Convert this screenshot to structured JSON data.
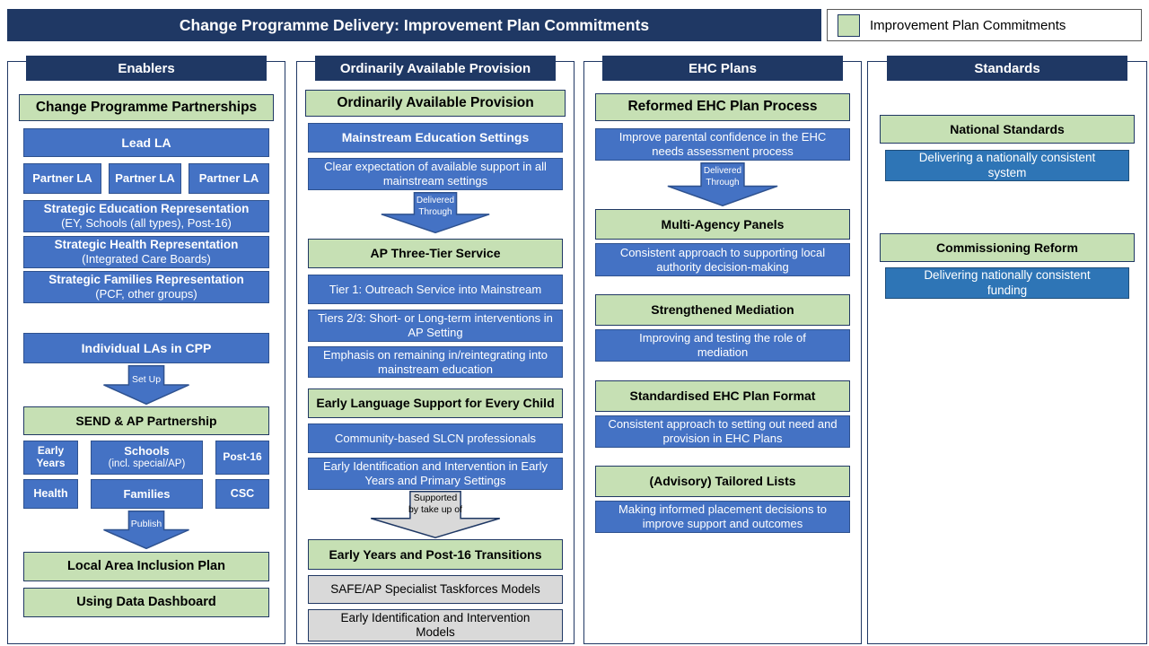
{
  "title_bar": {
    "title": "Change Programme Delivery: Improvement Plan Commitments"
  },
  "legend": {
    "label": "Improvement Plan Commitments",
    "swatch_color": "#c6e0b4"
  },
  "colors": {
    "navy": "#1f3864",
    "blue": "#4472c4",
    "blue_border": "#2f528f",
    "standards_blue": "#2e75b6",
    "green": "#c6e0b4",
    "gray": "#d9d9d9"
  },
  "enablers": {
    "header": "Enablers",
    "partnerships": "Change Programme Partnerships",
    "lead_la": "Lead LA",
    "partner_la_1": "Partner LA",
    "partner_la_2": "Partner LA",
    "partner_la_3": "Partner LA",
    "strat_edu_title": "Strategic Education Representation",
    "strat_edu_sub": "(EY, Schools (all types), Post-16)",
    "strat_health_title": "Strategic Health Representation",
    "strat_health_sub": "(Integrated Care Boards)",
    "strat_families_title": "Strategic Families Representation",
    "strat_families_sub": "(PCF, other groups)",
    "individual_las": "Individual LAs in CPP",
    "arrow_set_up": "Set Up",
    "send_ap": "SEND & AP Partnership",
    "grid": {
      "early_years": "Early Years",
      "schools_title": "Schools",
      "schools_sub": "(incl. special/AP)",
      "post_16": "Post-16",
      "health": "Health",
      "families": "Families",
      "csc": "CSC"
    },
    "arrow_publish": "Publish",
    "inclusion_plan": "Local Area Inclusion Plan",
    "data_dashboard": "Using Data Dashboard"
  },
  "oap": {
    "header": "Ordinarily Available Provision",
    "title": "Ordinarily Available Provision",
    "mainstream": "Mainstream Education Settings",
    "clear_expectation": "Clear expectation of available support in all mainstream settings",
    "arrow_delivered": "Delivered Through",
    "ap_service": "AP Three-Tier Service",
    "tier1": "Tier 1: Outreach Service into Mainstream",
    "tiers23": "Tiers 2/3: Short- or Long-term interventions in AP Setting",
    "emphasis": "Emphasis on remaining in/reintegrating into mainstream education",
    "early_language": "Early Language Support for Every Child",
    "slcn": "Community-based SLCN professionals",
    "early_identification": "Early Identification and Intervention in Early Years and Primary Settings",
    "arrow_supported": "Supported by take up of",
    "transitions": "Early Years and Post-16 Transitions",
    "safe_ap_models": "SAFE/AP Specialist Taskforces Models",
    "early_id_models": "Early Identification and Intervention Models"
  },
  "ehc": {
    "header": "EHC Plans",
    "title": "Reformed EHC Plan Process",
    "parental_confidence": "Improve parental confidence in the EHC needs assessment process",
    "arrow_delivered": "Delivered Through",
    "panels": "Multi-Agency Panels",
    "panels_desc": "Consistent approach to supporting local authority decision-making",
    "mediation": "Strengthened Mediation",
    "mediation_desc": "Improving and testing the role of mediation",
    "plan_format": "Standardised EHC Plan Format",
    "plan_format_desc": "Consistent approach to setting out need and provision in EHC Plans",
    "tailored_lists": "(Advisory) Tailored Lists",
    "tailored_lists_desc": "Making informed placement decisions to improve support and outcomes"
  },
  "standards": {
    "header": "Standards",
    "national": "National Standards",
    "national_desc": "Delivering a nationally consistent system",
    "commissioning": "Commissioning Reform",
    "commissioning_desc": "Delivering nationally consistent funding"
  }
}
